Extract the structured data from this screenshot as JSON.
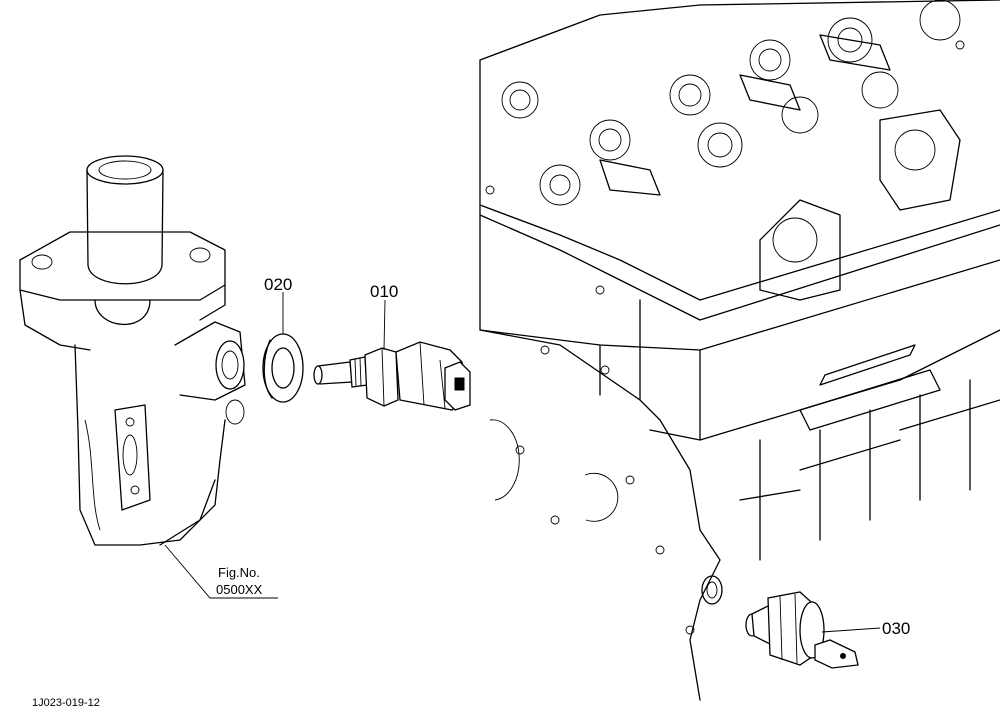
{
  "callouts": {
    "p010": "010",
    "p020": "020",
    "p030": "030"
  },
  "figure_ref": {
    "label": "Fig.No.",
    "number": "0500XX"
  },
  "drawing_id": "1J023-019-12"
}
